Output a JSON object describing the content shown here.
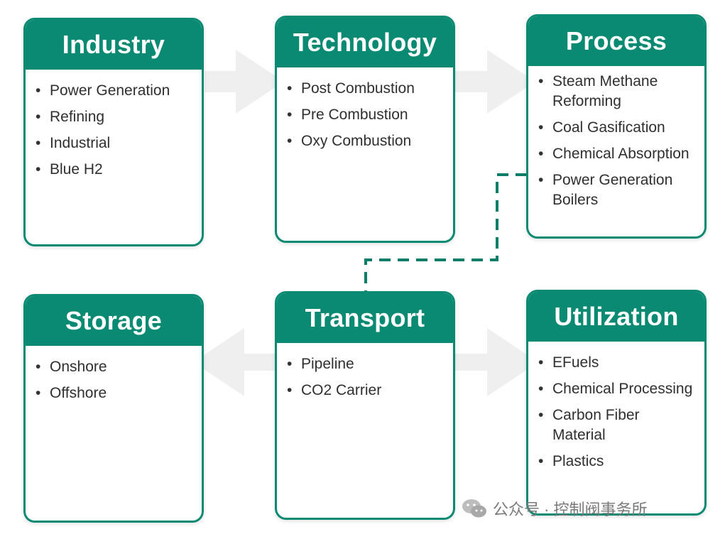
{
  "colors": {
    "accent": "#0a8a73",
    "card_bg": "#ffffff",
    "arrow": "#f0f0f0",
    "connector": "#0a7d68"
  },
  "cards": [
    {
      "id": "industry",
      "title": "Industry",
      "items": [
        "Power Generation",
        "Refining",
        "Industrial",
        "Blue H2"
      ]
    },
    {
      "id": "technology",
      "title": "Technology",
      "items": [
        "Post Combustion",
        "Pre Combustion",
        "Oxy Combustion"
      ]
    },
    {
      "id": "process",
      "title": "Process",
      "items": [
        "Steam Methane Reforming",
        "Coal Gasification",
        "Chemical Absorption",
        "Power Generation Boilers"
      ]
    },
    {
      "id": "storage",
      "title": "Storage",
      "items": [
        "Onshore",
        "Offshore"
      ]
    },
    {
      "id": "transport",
      "title": "Transport",
      "items": [
        "Pipeline",
        "CO2 Carrier"
      ]
    },
    {
      "id": "utilization",
      "title": "Utilization",
      "items": [
        "EFuels",
        "Chemical Processing",
        "Carbon Fiber Material",
        "Plastics"
      ]
    }
  ],
  "watermark": {
    "text": "公众号 · 控制阀事务所",
    "icon": "wechat-icon"
  }
}
